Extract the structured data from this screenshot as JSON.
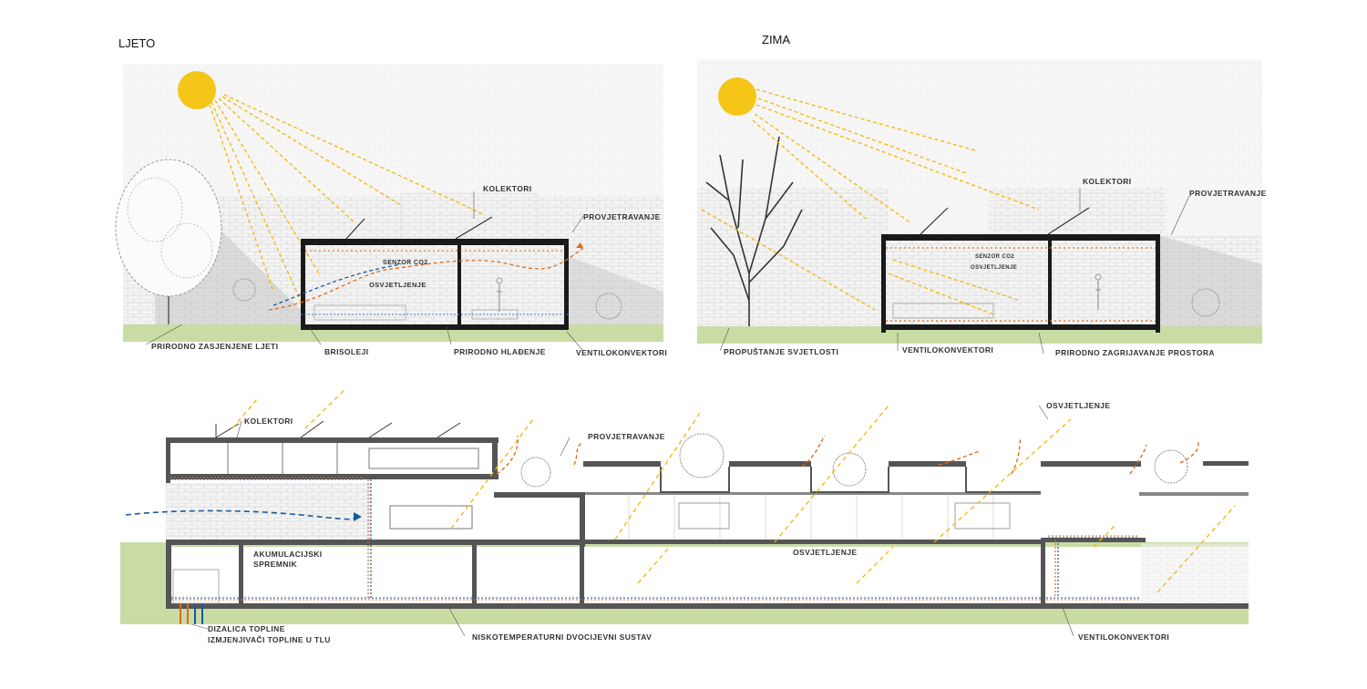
{
  "panels": {
    "summer": {
      "title": "LJETO",
      "labels": {
        "collectors": "KOLEKTORI",
        "ventilation": "PROVJETRAVANJE",
        "co2_sensor": "SENZOR CO2",
        "lighting": "OSVJETLJENJE",
        "natural_shade": "PRIRODNO ZASJENJENE LJETI",
        "brise_soleil": "BRISOLEJI",
        "natural_cooling": "PRIRODNO HLAĐENJE",
        "fan_coils": "VENTILOKONVEKTORI"
      }
    },
    "winter": {
      "title": "ZIMA",
      "labels": {
        "collectors": "KOLEKTORI",
        "ventilation": "PROVJETRAVANJE",
        "co2_sensor": "SENZOR CO2",
        "lighting": "OSVJETLJENJE",
        "light_passage": "PROPUŠTANJE SVJETLOSTI",
        "fan_coils": "VENTILOKONVEKTORI",
        "natural_heating": "PRIRODNO ZAGRIJAVANJE PROSTORA"
      }
    },
    "section": {
      "labels": {
        "collectors": "KOLEKTORI",
        "ventilation": "PROVJETRAVANJE",
        "lighting_top": "OSVJETLJENJE",
        "lighting_mid": "OSVJETLJENJE",
        "storage_tank": "AKUMULACIJSKI SPREMNIK",
        "heat_pump": "DIZALICA TOPLINE",
        "ground_exchangers": "IZMJENJIVAČI TOPLINE U TLU",
        "low_temp_system": "NISKOTEMPERATURNI DVOCIJEVNI SUSTAV",
        "fan_coils": "VENTILOKONVEKTORI"
      }
    }
  },
  "colors": {
    "sun": "#f5c518",
    "sun_rays": "#f2b705",
    "air_flow": "#e06a1c",
    "cool_air": "#1a5a9c",
    "ground": "#c9dca4",
    "structure": "#1a1a1a"
  }
}
